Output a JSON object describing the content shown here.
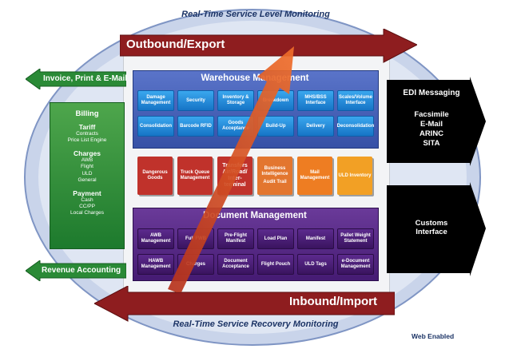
{
  "top_arc": "Real-Time Service Level Monitoring",
  "bottom_arc": "Real-Time Service Recovery Monitoring",
  "outbound": "Outbound/Export",
  "inbound": "Inbound/Import",
  "web_enabled": "Web Enabled",
  "left": {
    "invoice": "Invoice, Print & E-Mail",
    "revenue": "Revenue Accounting",
    "billing": {
      "title": "Billing",
      "tariff": "Tariff",
      "tariff_items": [
        "Contracts",
        "Price List Engine"
      ],
      "charges": "Charges",
      "charges_items": [
        "AWB",
        "Flight",
        "ULD",
        "General"
      ],
      "payment": "Payment",
      "payment_items": [
        "Cash",
        "CC/PP",
        "Local Charges"
      ]
    }
  },
  "right": {
    "edi_title": "EDI Messaging",
    "edi_items": [
      "Facsimile",
      "E-Mail",
      "ARINC",
      "SITA"
    ],
    "customs": "Customs Interface"
  },
  "warehouse": {
    "title": "Warehouse Management",
    "row1": [
      "Damage Management",
      "Security",
      "Inventory & Storage",
      "Breakdown",
      "MHS/BSS Interface",
      "Scales/Volume Interface"
    ],
    "row2": [
      "Consolidation",
      "Barcode RFID",
      "Goods Acceptance",
      "Build-Up",
      "Delivery",
      "Deconsolidation"
    ]
  },
  "middle": [
    {
      "label": "Dangerous Goods",
      "sub": "",
      "color": "#c0322b"
    },
    {
      "label": "Truck Queue Management",
      "sub": "",
      "color": "#c0322b"
    },
    {
      "label": "Transfers Air/Road/ Inter-terminal",
      "sub": "",
      "color": "#c0322b"
    },
    {
      "label": "Business Intelligence",
      "sub": "Audit Trail",
      "color": "#e3762f"
    },
    {
      "label": "Mail Management",
      "sub": "",
      "color": "#ee7d22"
    },
    {
      "label": "ULD Inventory",
      "sub": "",
      "color": "#f2a025"
    }
  ],
  "document": {
    "title": "Document Management",
    "row1": [
      "AWB Management",
      "Full FWB",
      "Pre-Flight Manifest",
      "Load Plan",
      "Manifest",
      "Pallet Weight Statement"
    ],
    "row2": [
      "HAWB Management",
      "Charges",
      "Document Acceptance",
      "Flight Pouch",
      "ULD Tags",
      "e-Document Management"
    ]
  },
  "colors": {
    "dark_red": "#8e1d1f",
    "green": "#2a8a36",
    "blue": "#1f82d8",
    "purple": "#4a1c77",
    "ellipse": "#c9d4ea"
  }
}
